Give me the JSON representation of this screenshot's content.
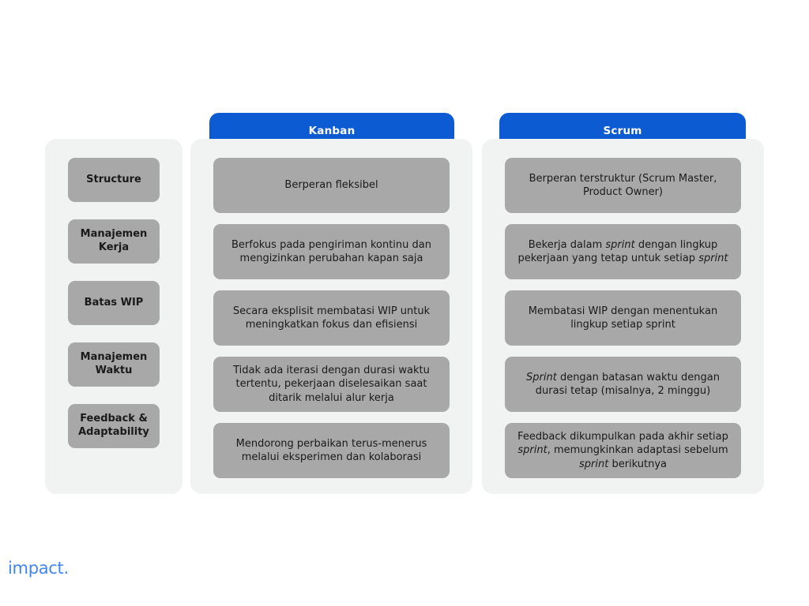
{
  "brand": {
    "logo_text": "impact."
  },
  "columns": {
    "labels": {
      "header": "",
      "items": [
        {
          "label": "Structure"
        },
        {
          "label": "Manajemen Kerja"
        },
        {
          "label": "Batas WIP"
        },
        {
          "label": "Manajemen Waktu"
        },
        {
          "label": "Feedback & Adaptability"
        }
      ]
    },
    "kanban": {
      "header": "Kanban",
      "header_color": "#0d5bd3",
      "items": [
        {
          "text": "Berperan fleksibel"
        },
        {
          "text": "Berfokus pada pengiriman kontinu dan mengizinkan perubahan kapan saja"
        },
        {
          "text": "Secara eksplisit membatasi WIP untuk meningkatkan fokus dan efisiensi"
        },
        {
          "text": "Tidak ada iterasi dengan durasi waktu tertentu, pekerjaan diselesaikan saat ditarik melalui alur kerja"
        },
        {
          "text": "Mendorong perbaikan terus-menerus melalui eksperimen dan kolaborasi"
        }
      ]
    },
    "scrum": {
      "header": "Scrum",
      "header_color": "#0d5bd3",
      "items": [
        {
          "text": "Berperan terstruktur (Scrum Master, Product Owner)"
        },
        {
          "text": "Bekerja dalam sprint dengan lingkup pekerjaan yang tetap untuk setiap sprint",
          "italic_words": [
            "sprint",
            "sprint"
          ]
        },
        {
          "text": "Membatasi WIP dengan menentukan lingkup setiap sprint"
        },
        {
          "text": "Sprint dengan batasan waktu dengan durasi tetap (misalnya, 2 minggu)",
          "italic_words": [
            "Sprint"
          ]
        },
        {
          "text": "Feedback dikumpulkan pada akhir setiap sprint, memungkinkan adaptasi sebelum sprint berikutnya",
          "italic_words": [
            "sprint"
          ]
        }
      ]
    }
  },
  "theme": {
    "panel_bg": "#f1f2f2",
    "cell_bg": "#a8a8a8",
    "accent_blue": "#0d5bd3",
    "brand_blue": "#4285f4",
    "page_bg": "#ffffff"
  }
}
